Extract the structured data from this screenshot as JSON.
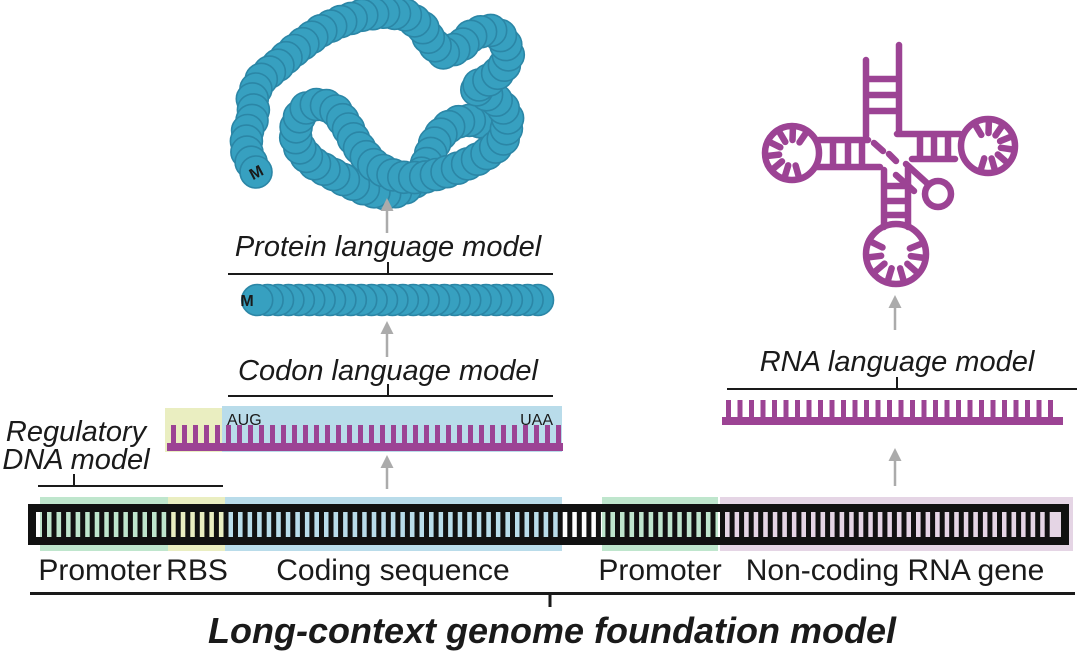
{
  "figure": {
    "title": "Long-context genome foundation model",
    "models": {
      "protein": "Protein language model",
      "codon": "Codon language model",
      "rna": "RNA language model",
      "regulatory_line1": "Regulatory",
      "regulatory_line2": "DNA model"
    },
    "sequence_annotations": {
      "start_codon": "AUG",
      "stop_codon": "UAA",
      "n_terminus": "M"
    },
    "genome_regions": [
      {
        "label": "Promoter",
        "color": "#bfe6cd"
      },
      {
        "label": "RBS",
        "color": "#eaeec1"
      },
      {
        "label": "Coding sequence",
        "color": "#b9dcea"
      },
      {
        "label": "Promoter",
        "color": "#bfe6cd"
      },
      {
        "label": "Non-coding RNA gene",
        "color": "#e5d5e5"
      }
    ],
    "colors": {
      "protein_fill": "#37a0c0",
      "protein_stroke": "#2b86a6",
      "rna_purple": "#9c4394",
      "dna_black": "#111111",
      "arrow_gray": "#ababab",
      "ink": "#1a1a1a"
    }
  }
}
